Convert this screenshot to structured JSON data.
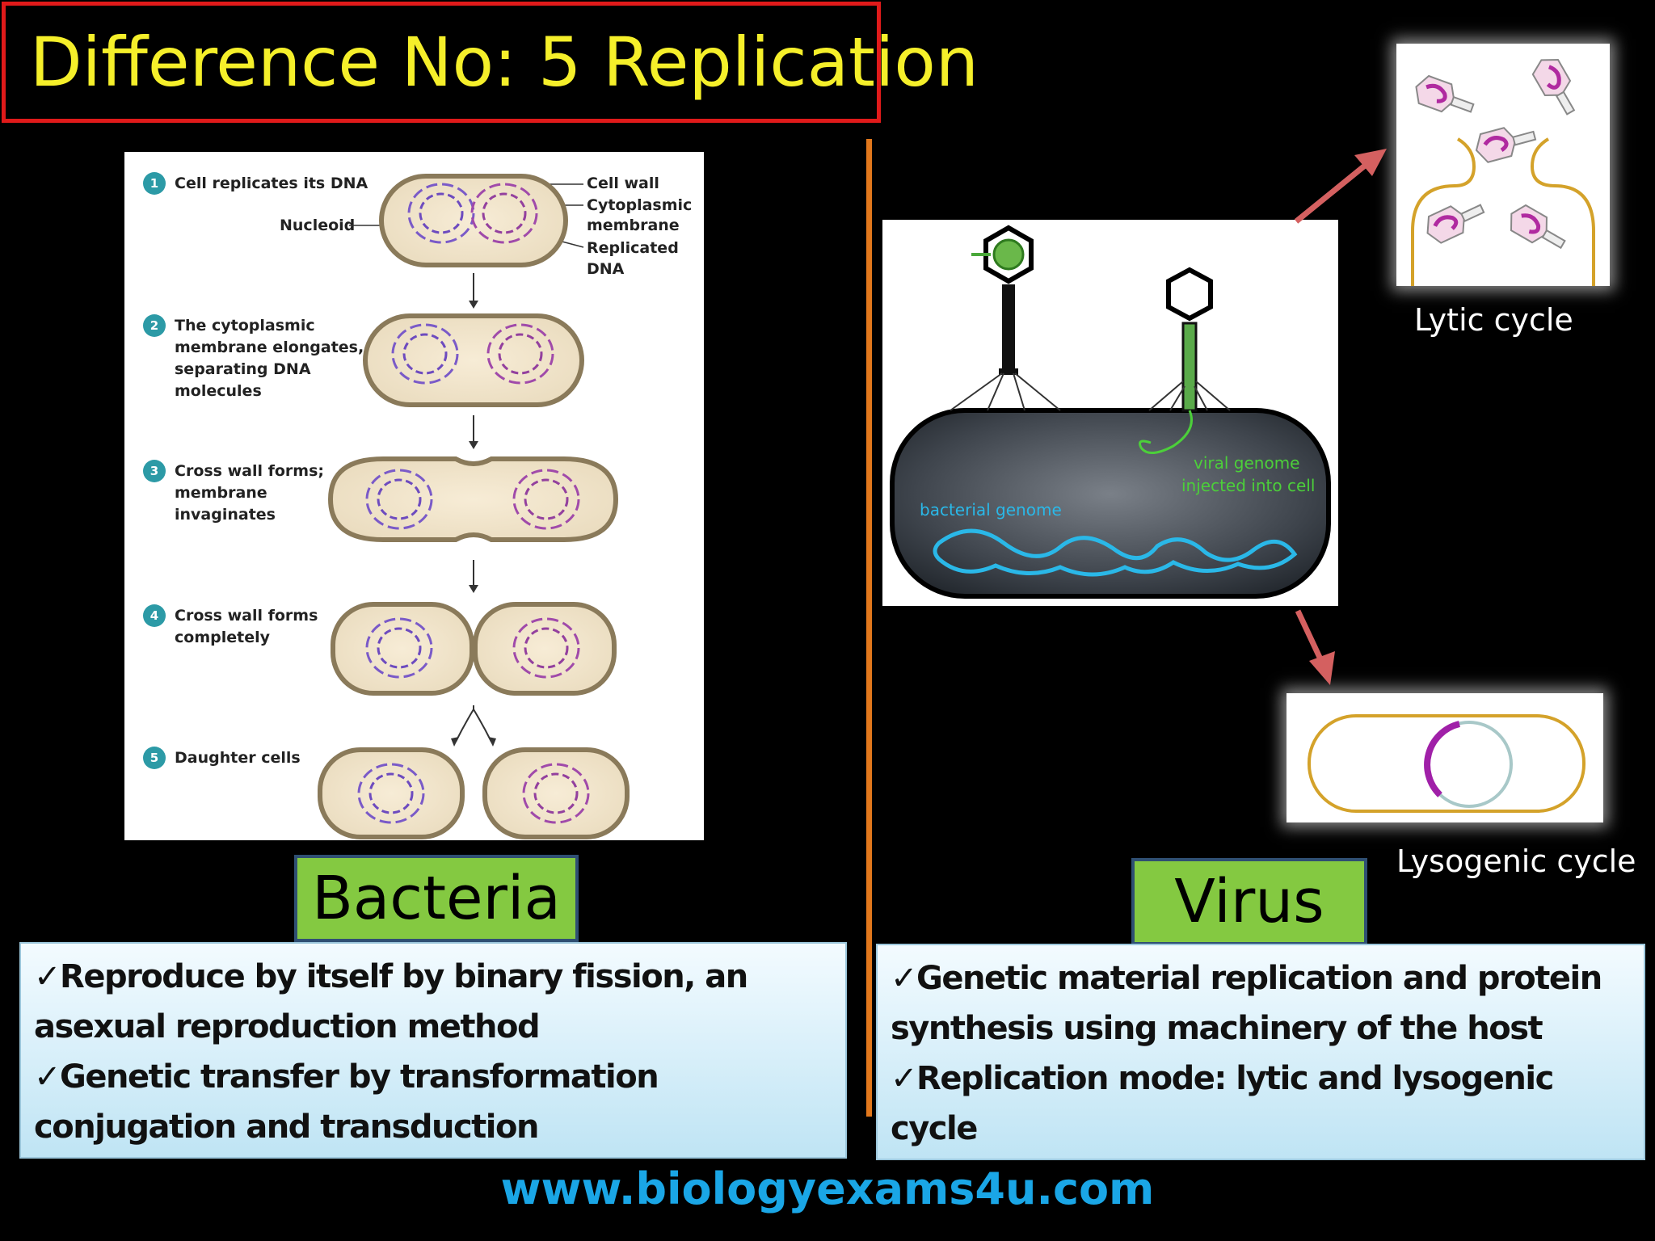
{
  "title": "Difference No: 5 Replication",
  "bacteria_diagram": {
    "steps": [
      {
        "num": "1",
        "lines": [
          "Cell replicates its DNA"
        ]
      },
      {
        "num": "2",
        "lines": [
          "The cytoplasmic",
          "membrane elongates,",
          "separating DNA",
          "molecules"
        ]
      },
      {
        "num": "3",
        "lines": [
          "Cross wall forms;",
          "membrane",
          "invaginates"
        ]
      },
      {
        "num": "4",
        "lines": [
          "Cross wall forms",
          "completely"
        ]
      },
      {
        "num": "5",
        "lines": [
          "Daughter cells"
        ]
      }
    ],
    "callouts": {
      "nucleoid": "Nucleoid",
      "cell_wall": "Cell wall",
      "cytoplasmic_membrane": [
        "Cytoplasmic",
        "membrane"
      ],
      "replicated_dna": [
        "Replicated",
        "DNA"
      ]
    }
  },
  "phage_diagram": {
    "viral_genome": [
      "viral genome",
      "injected into cell"
    ],
    "bacterial_genome": "bacterial genome"
  },
  "lytic_label": "Lytic cycle",
  "lysogenic_label": "Lysogenic cycle",
  "bacteria_label": "Bacteria",
  "virus_label": "Virus",
  "bacteria_points": [
    "✓Reproduce by itself by binary fission, an",
    "asexual reproduction method",
    "✓Genetic transfer by transformation",
    "conjugation and transduction"
  ],
  "virus_points": [
    "✓Genetic material replication and protein",
    "synthesis using machinery of the host",
    "✓Replication mode: lytic and lysogenic",
    "cycle"
  ],
  "footer_url": "www.biologyexams4u.com",
  "colors": {
    "title_text": "#f5ef2a",
    "title_border": "#e01a1a",
    "divider": "#e2781c",
    "label_bg": "#84c941",
    "footer": "#1aa6e6",
    "step_badge": "#2c9aa6",
    "arrow": "#d46060"
  }
}
